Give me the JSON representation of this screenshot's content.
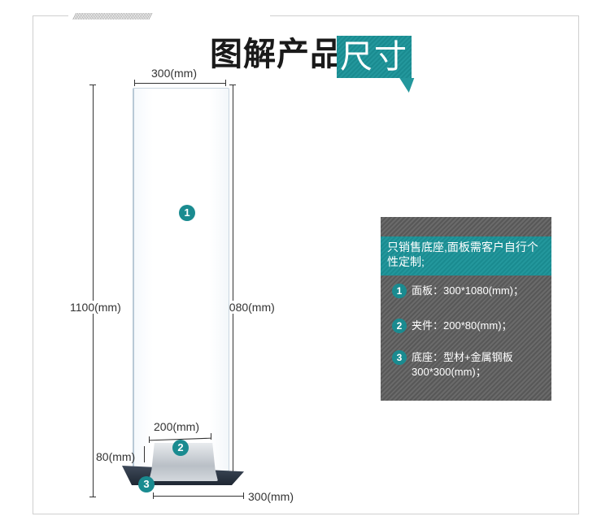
{
  "header": {
    "decor": "//////////////////////////////////////////////",
    "title_main": "图解产品",
    "title_highlight": "尺寸"
  },
  "diagram": {
    "panel_width": "300(mm)",
    "total_height": "1100(mm)",
    "panel_height": "1080(mm)",
    "clip_width": "200(mm)",
    "clip_height": "80(mm)",
    "base_width": "300(mm)",
    "badges": [
      "1",
      "2",
      "3"
    ]
  },
  "info": {
    "heading": "只销售底座,面板需客户自行个性定制;",
    "items": [
      {
        "num": "1",
        "text": "面板：300*1080(mm)；"
      },
      {
        "num": "2",
        "text": "夹件：200*80(mm)；"
      },
      {
        "num": "3",
        "text": "底座：型材+金属钢板",
        "text2": "300*300(mm)；"
      }
    ]
  },
  "colors": {
    "accent": "#1a8b90",
    "panel_bg": "#616161"
  }
}
